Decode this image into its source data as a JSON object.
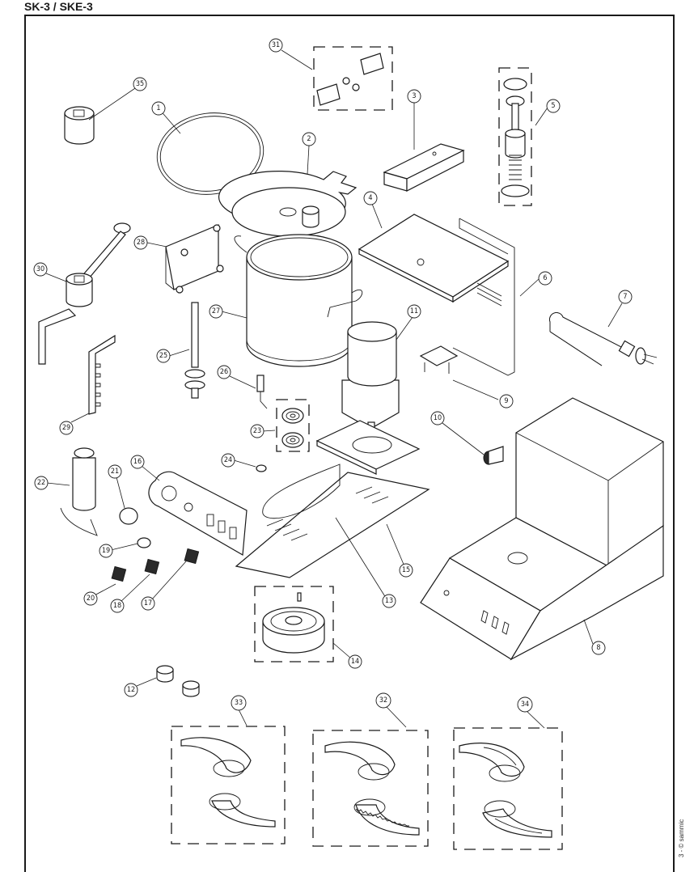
{
  "header": {
    "title": "SK-3 / SKE-3"
  },
  "footer": {
    "copyright": "3 - © sammic"
  },
  "diagram": {
    "type": "exploded-parts-view",
    "callouts": [
      {
        "id": "1",
        "label": "1"
      },
      {
        "id": "2",
        "label": "2"
      },
      {
        "id": "3",
        "label": "3"
      },
      {
        "id": "4",
        "label": "4"
      },
      {
        "id": "5",
        "label": "5"
      },
      {
        "id": "6",
        "label": "6"
      },
      {
        "id": "7",
        "label": "7"
      },
      {
        "id": "8",
        "label": "8"
      },
      {
        "id": "9",
        "label": "9"
      },
      {
        "id": "10",
        "label": "10"
      },
      {
        "id": "11",
        "label": "11"
      },
      {
        "id": "12",
        "label": "12"
      },
      {
        "id": "13",
        "label": "13"
      },
      {
        "id": "14",
        "label": "14"
      },
      {
        "id": "15",
        "label": "15"
      },
      {
        "id": "16",
        "label": "16"
      },
      {
        "id": "17",
        "label": "17"
      },
      {
        "id": "18",
        "label": "18"
      },
      {
        "id": "19",
        "label": "19"
      },
      {
        "id": "20",
        "label": "20"
      },
      {
        "id": "21",
        "label": "21"
      },
      {
        "id": "22",
        "label": "22"
      },
      {
        "id": "23",
        "label": "23"
      },
      {
        "id": "24",
        "label": "24"
      },
      {
        "id": "25",
        "label": "25"
      },
      {
        "id": "26",
        "label": "26"
      },
      {
        "id": "27",
        "label": "27"
      },
      {
        "id": "28",
        "label": "28"
      },
      {
        "id": "29",
        "label": "29"
      },
      {
        "id": "30",
        "label": "30"
      },
      {
        "id": "31",
        "label": "31"
      },
      {
        "id": "32",
        "label": "32"
      },
      {
        "id": "33",
        "label": "33"
      },
      {
        "id": "34",
        "label": "34"
      },
      {
        "id": "35",
        "label": "35"
      }
    ]
  }
}
